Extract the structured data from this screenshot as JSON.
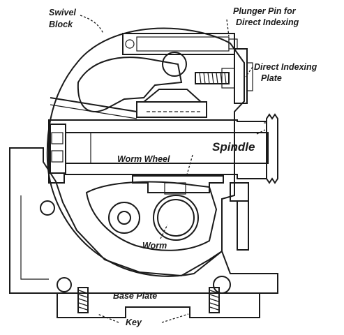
{
  "labels": {
    "swivel_block": [
      "Swivel",
      "Block"
    ],
    "plunger_pin": [
      "Plunger Pin for",
      "Direct Indexing"
    ],
    "direct_indexing_plate": [
      "Direct Indexing",
      "Plate"
    ],
    "spindle": "Spindle",
    "worm_wheel": "Worm Wheel",
    "worm": "Worm",
    "base_plate": "Base Plate",
    "key": "Key"
  }
}
